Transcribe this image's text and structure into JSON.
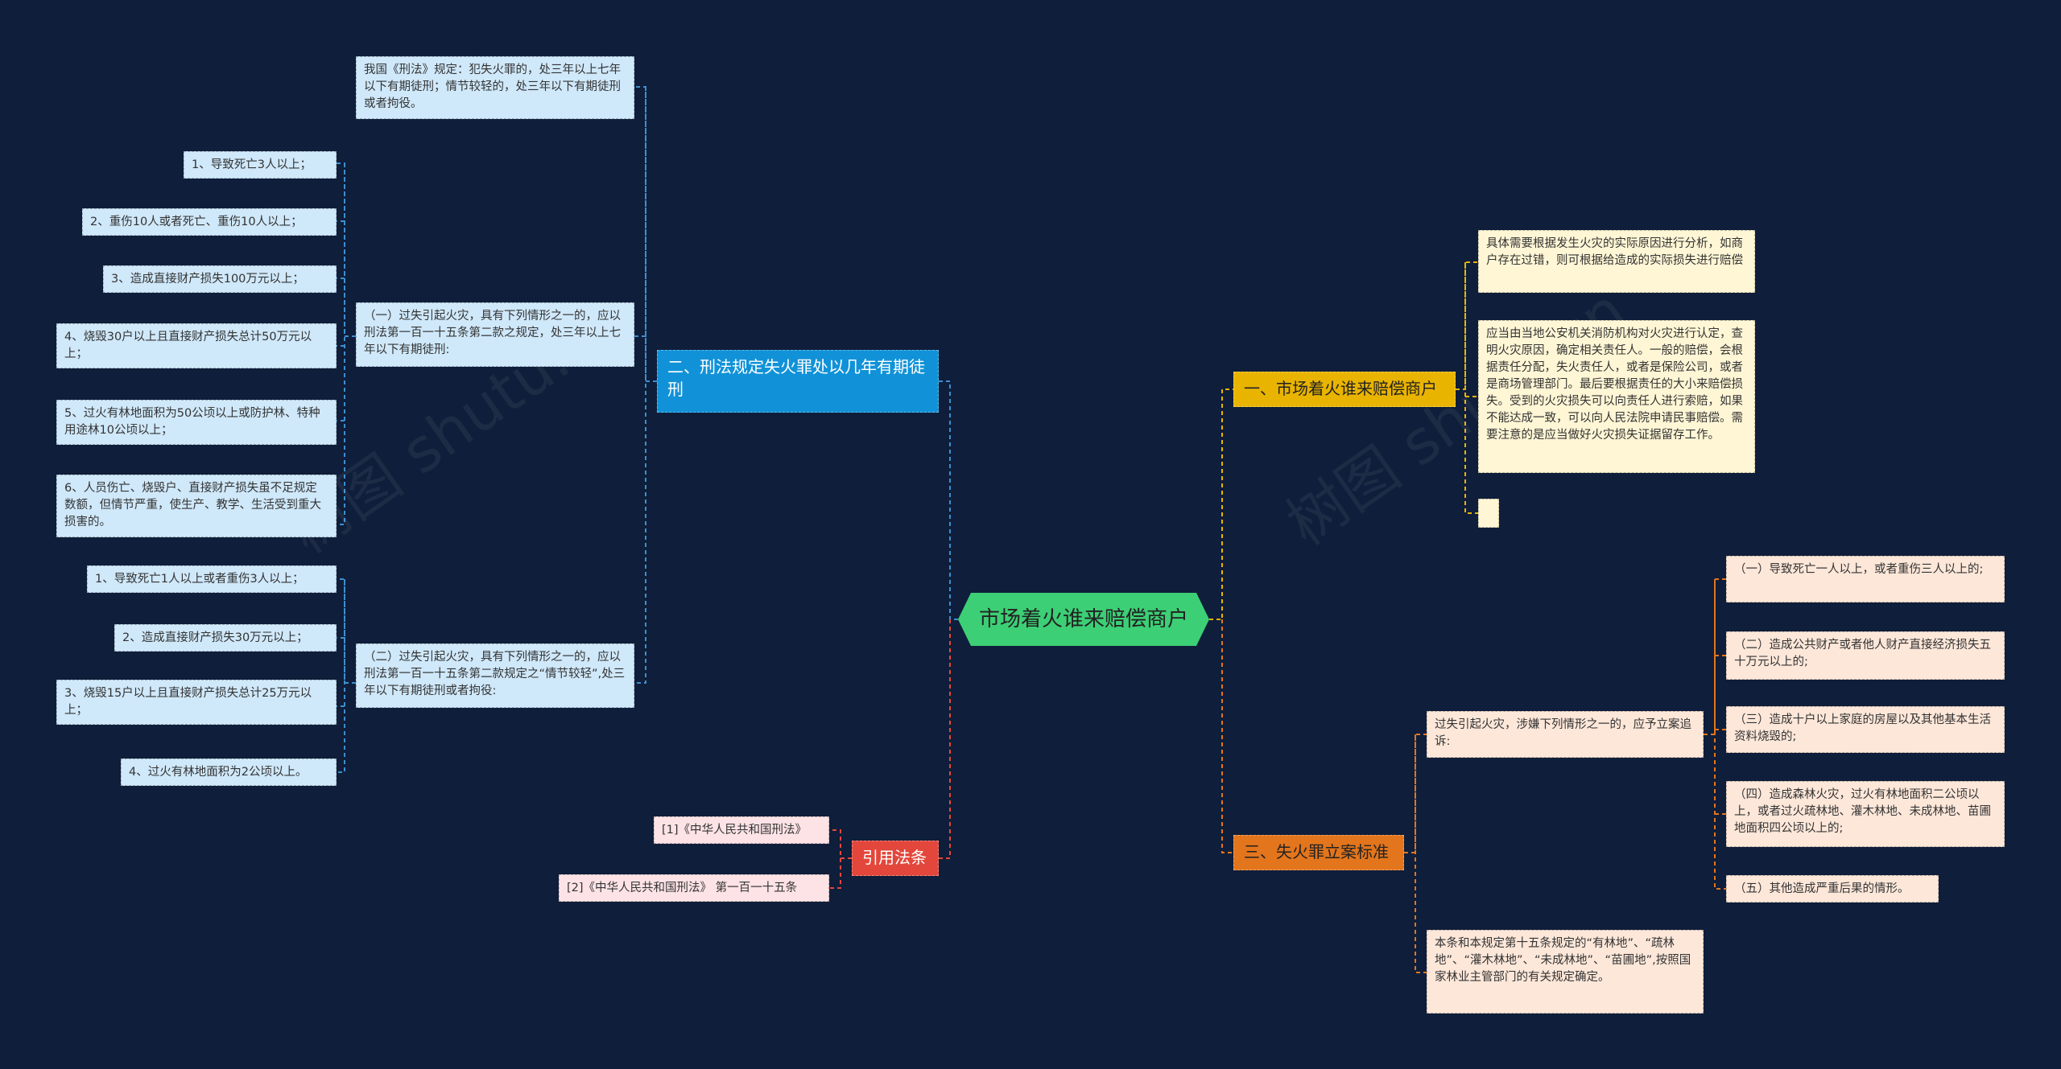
{
  "root": "市场着火谁来赔偿商户",
  "watermark": "树图 shutu.cn",
  "branches": {
    "b1": "一、市场着火谁来赔偿商户",
    "b2": "二、刑法规定失火罪处以几年有期徒刑",
    "b3": "三、失火罪立案标准",
    "b4": "引用法条"
  },
  "b1_nodes": [
    "具体需要根据发生火灾的实际原因进行分析，如商户存在过错，则可根据给造成的实际损失进行赔偿",
    "应当由当地公安机关消防机构对火灾进行认定，查明火灾原因，确定相关责任人。一般的赔偿，会根据责任分配，失火责任人，或者是保险公司，或者是商场管理部门。最后要根据责任的大小来赔偿损失。受到的火灾损失可以向责任人进行索赔，如果不能达成一致，可以向人民法院申请民事赔偿。需要注意的是应当做好火灾损失证据留存工作。",
    ""
  ],
  "b2_nodes": {
    "law": "我国《刑法》规定：犯失火罪的，处三年以上七年以下有期徒刑；情节较轻的，处三年以下有期徒刑或者拘役。",
    "case1": "（一）过失引起火灾，具有下列情形之一的，应以刑法第一百一十五条第二款之规定，处三年以上七年以下有期徒刑:",
    "case1_items": [
      "1、导致死亡3人以上；",
      "2、重伤10人或者死亡、重伤10人以上；",
      "3、造成直接财产损失100万元以上；",
      "4、烧毁30户以上且直接财产损失总计50万元以上；",
      "5、过火有林地面积为50公顷以上或防护林、特种用途林10公顷以上；",
      "6、人员伤亡、烧毁户、直接财产损失虽不足规定数额，但情节严重，使生产、教学、生活受到重大损害的。"
    ],
    "case2": "（二）过失引起火灾，具有下列情形之一的，应以刑法第一百一十五条第二款规定之“情节较轻”,处三年以下有期徒刑或者拘役:",
    "case2_items": [
      "1、导致死亡1人以上或者重伤3人以上；",
      "2、造成直接财产损失30万元以上；",
      "3、烧毁15户以上且直接财产损失总计25万元以上；",
      "4、过火有林地面积为2公顷以上。"
    ]
  },
  "b3_nodes": {
    "intro": "过失引起火灾，涉嫌下列情形之一的，应予立案追诉:",
    "items": [
      "（一）导致死亡一人以上，或者重伤三人以上的;",
      "（二）造成公共财产或者他人财产直接经济损失五十万元以上的;",
      "（三）造成十户以上家庭的房屋以及其他基本生活资料烧毁的;",
      "（四）造成森林火灾，过火有林地面积二公顷以上，或者过火疏林地、灌木林地、未成林地、苗圃地面积四公顷以上的;",
      "（五）其他造成严重后果的情形。"
    ],
    "note": "本条和本规定第十五条规定的“有林地”、“疏林地”、“灌木林地”、“未成林地”、“苗圃地”,按照国家林业主管部门的有关规定确定。"
  },
  "b4_nodes": [
    "[1]《中华人民共和国刑法》",
    "[2]《中华人民共和国刑法》 第一百一十五条"
  ],
  "colors": {
    "background": "#0f1e3a",
    "root": "#3ccf75",
    "branch_blue": "#1192d8",
    "branch_yellow": "#e9b400",
    "branch_orange": "#e3751c",
    "branch_red": "#e3473c"
  }
}
